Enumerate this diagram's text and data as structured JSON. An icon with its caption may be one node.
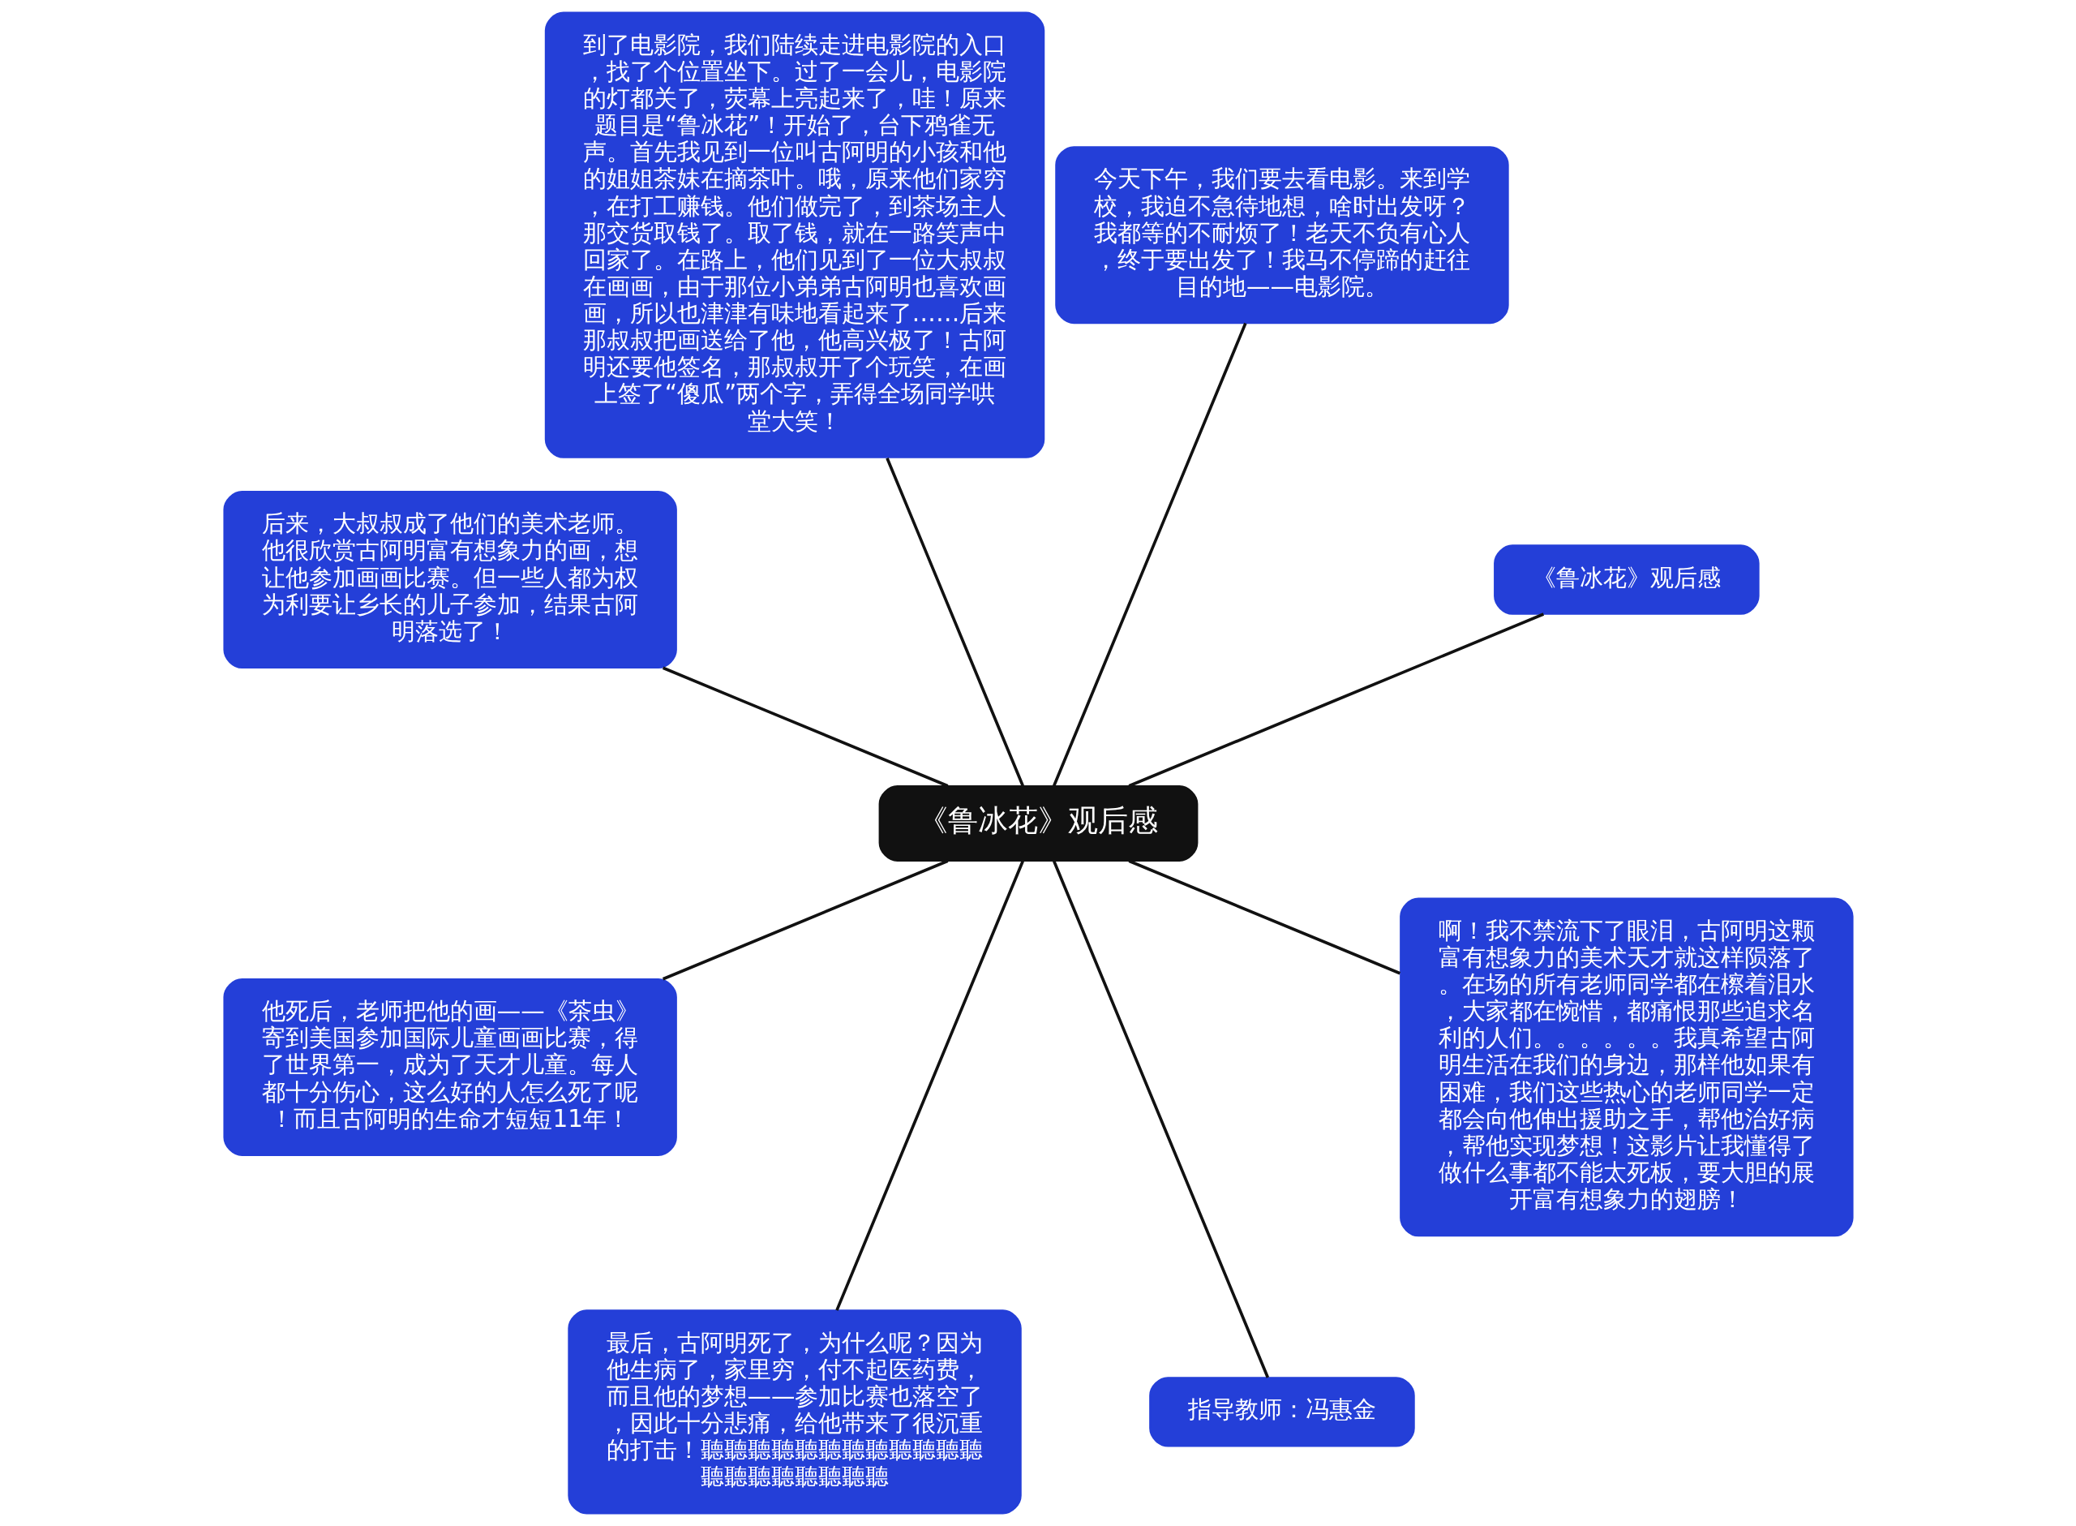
{
  "diagram": {
    "nodes": [
      {
        "text": [
          "《鲁冰花》观后感"
        ]
      },
      {
        "text": [
          "《鲁冰花》观后感"
        ]
      },
      {
        "text": [
          "今天下午，我们要去看电影。来到学校，我迫不急待地想，啥时出发呀？我都等的不耐烦了！老天不负有心人，终于要出发了！我马不停蹄的赶往目的地——电影院。"
        ]
      },
      {
        "text": [
          "到了电影院，我们陆续走进电影院的入口，找了个位置坐下。过了一会儿，电影院的灯都关了，荧幕上亮起来了，哇！原来题目是“鲁冰花”！开始了，台下鸦雀无声。首先我见到一位叫古阿明的小孩和他的姐姐茶妹在摘茶叶。哦，原来他们家穷，在打工赚钱。他们做完了，到茶场主人那交货取钱了。取了钱，就在一路笑声中回家了。在路上，他们见到了一位大叔叔在画画，由于那位小弟弟古阿明也喜欢画画，所以也津津有味地看起来了……后来那叔叔把画送给了他，他高兴极了！古阿明还要他签名，那叔叔开了个玩笑，在画上签了“傻瓜”两个字，弄得全场同学哄堂大笑！"
        ]
      },
      {
        "text": [
          "后来，大叔叔成了他们的美术老师。他很欣赏古阿明富有想象力的画，想让他参加画画比赛。但一些人都为权为利要让乡长的儿子参加，结果古阿明落选了！"
        ]
      },
      {
        "text": [
          "他死后，老师把他的画——《茶虫》寄到美国参加国际儿童画画比赛，得了世界第一，成为了天才儿童。每人都十分伤心，这么好的人怎么死了呢！而且古阿明的生命才短短11年！"
        ]
      },
      {
        "text": [
          "最后，古阿明死了，为什么呢？因为他生病了，家里穷，付不起医药费，而且他的梦想——参加比赛也落空了，因此十分悲痛，给他带来了很沉重的打击！聽聽聽聽聽聽聽聽聽聽聽聽聽聽聽聽聽聽聽聽"
        ]
      },
      {
        "text": [
          "指导教师：冯惠金"
        ]
      },
      {
        "text": [
          "啊！我不禁流下了眼泪，古阿明这颗富有想象力的美术天才就这样陨落了。在场的所有老师同学都在檫着泪水，大家都在惋惜，都痛恨那些追求名利的人们。。。。。。我真希望古阿明生活在我们的身边，那样他如果有困难，我们这些热心的老师同学一定都会向他伸出援助之手，帮他治好病，帮他实现梦想！这影片让我懂得了做什么事都不能太死板，要大胆的展开富有想象力的翅膀！"
        ]
      }
    ],
    "edges": [
      {
        "from": 0,
        "to": 1,
        "arrow": "none"
      },
      {
        "from": 0,
        "to": 2,
        "arrow": "none"
      },
      {
        "from": 0,
        "to": 3,
        "arrow": "none"
      },
      {
        "from": 0,
        "to": 4,
        "arrow": "none"
      },
      {
        "from": 0,
        "to": 5,
        "arrow": "none"
      },
      {
        "from": 0,
        "to": 6,
        "arrow": "none"
      },
      {
        "from": 0,
        "to": 7,
        "arrow": "none"
      },
      {
        "from": 0,
        "to": 8,
        "arrow": "none"
      }
    ]
  }
}
